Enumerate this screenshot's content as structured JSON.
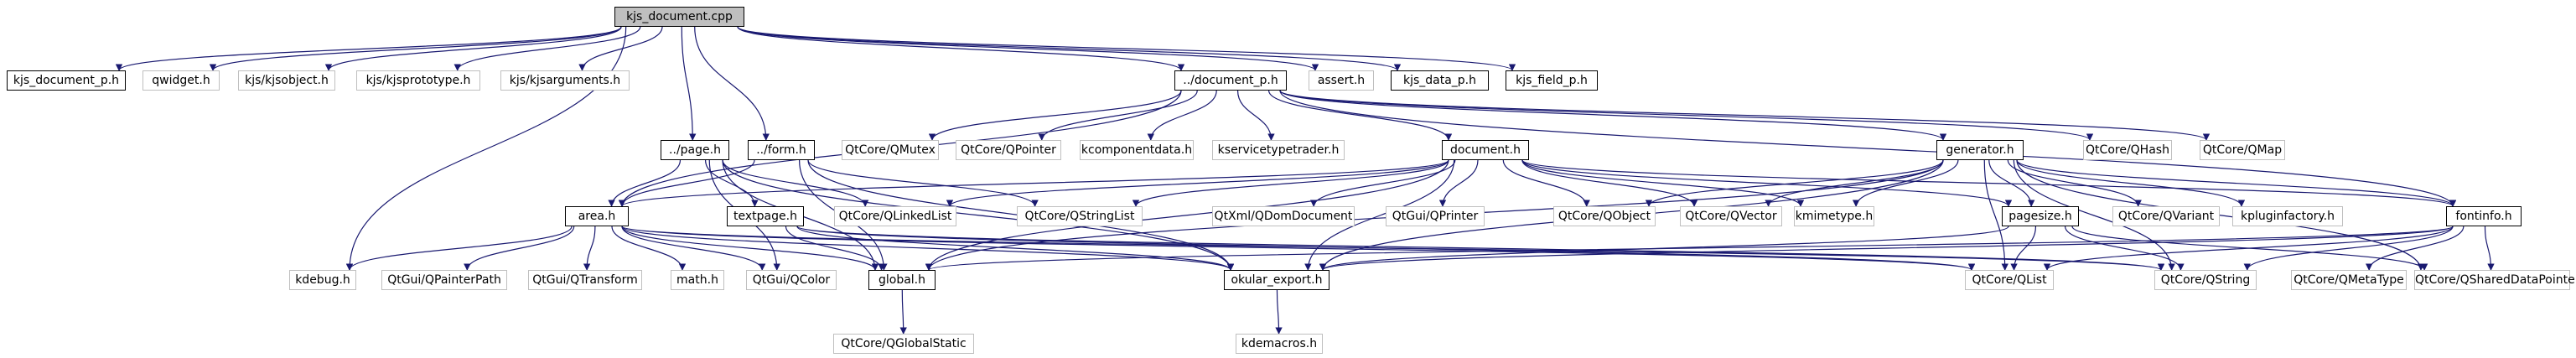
{
  "graph": {
    "nodes": [
      {
        "id": "kjs_document_cpp",
        "label": "kjs_document.cpp",
        "kind": "root"
      },
      {
        "id": "kjs_document_p_h",
        "label": "kjs_document_p.h",
        "kind": "linked"
      },
      {
        "id": "qwidget_h",
        "label": "qwidget.h",
        "kind": "ext"
      },
      {
        "id": "kjs_kjsobject_h",
        "label": "kjs/kjsobject.h",
        "kind": "ext"
      },
      {
        "id": "kjs_kjsprototype_h",
        "label": "kjs/kjsprototype.h",
        "kind": "ext"
      },
      {
        "id": "kjs_kjsarguments_h",
        "label": "kjs/kjsarguments.h",
        "kind": "ext"
      },
      {
        "id": "document_p_h",
        "label": "../document_p.h",
        "kind": "linked"
      },
      {
        "id": "assert_h",
        "label": "assert.h",
        "kind": "ext"
      },
      {
        "id": "kjs_data_p_h",
        "label": "kjs_data_p.h",
        "kind": "linked"
      },
      {
        "id": "kjs_field_p_h",
        "label": "kjs_field_p.h",
        "kind": "linked"
      },
      {
        "id": "page_h",
        "label": "../page.h",
        "kind": "linked"
      },
      {
        "id": "form_h",
        "label": "../form.h",
        "kind": "linked"
      },
      {
        "id": "qmutex",
        "label": "QtCore/QMutex",
        "kind": "ext"
      },
      {
        "id": "qpointer",
        "label": "QtCore/QPointer",
        "kind": "ext"
      },
      {
        "id": "kcomponentdata_h",
        "label": "kcomponentdata.h",
        "kind": "ext"
      },
      {
        "id": "kservicetypetrader_h",
        "label": "kservicetypetrader.h",
        "kind": "ext"
      },
      {
        "id": "document_h",
        "label": "document.h",
        "kind": "linked"
      },
      {
        "id": "generator_h",
        "label": "generator.h",
        "kind": "linked"
      },
      {
        "id": "qhash",
        "label": "QtCore/QHash",
        "kind": "ext"
      },
      {
        "id": "qmap",
        "label": "QtCore/QMap",
        "kind": "ext"
      },
      {
        "id": "area_h",
        "label": "area.h",
        "kind": "linked"
      },
      {
        "id": "textpage_h",
        "label": "textpage.h",
        "kind": "linked"
      },
      {
        "id": "qlinkedlist",
        "label": "QtCore/QLinkedList",
        "kind": "ext"
      },
      {
        "id": "qstringlist",
        "label": "QtCore/QStringList",
        "kind": "ext"
      },
      {
        "id": "qdomdocument",
        "label": "QtXml/QDomDocument",
        "kind": "ext"
      },
      {
        "id": "qprinter",
        "label": "QtGui/QPrinter",
        "kind": "ext"
      },
      {
        "id": "qobject",
        "label": "QtCore/QObject",
        "kind": "ext"
      },
      {
        "id": "qvector",
        "label": "QtCore/QVector",
        "kind": "ext"
      },
      {
        "id": "kmimetype_h",
        "label": "kmimetype.h",
        "kind": "ext"
      },
      {
        "id": "pagesize_h",
        "label": "pagesize.h",
        "kind": "linked"
      },
      {
        "id": "qvariant",
        "label": "QtCore/QVariant",
        "kind": "ext"
      },
      {
        "id": "kpluginfactory_h",
        "label": "kpluginfactory.h",
        "kind": "ext"
      },
      {
        "id": "fontinfo_h",
        "label": "fontinfo.h",
        "kind": "linked"
      },
      {
        "id": "kdebug_h",
        "label": "kdebug.h",
        "kind": "ext"
      },
      {
        "id": "qpainterpath",
        "label": "QtGui/QPainterPath",
        "kind": "ext"
      },
      {
        "id": "qtransform",
        "label": "QtGui/QTransform",
        "kind": "ext"
      },
      {
        "id": "math_h",
        "label": "math.h",
        "kind": "ext"
      },
      {
        "id": "qcolor",
        "label": "QtGui/QColor",
        "kind": "ext"
      },
      {
        "id": "global_h",
        "label": "global.h",
        "kind": "linked"
      },
      {
        "id": "okular_export_h",
        "label": "okular_export.h",
        "kind": "linked"
      },
      {
        "id": "qlist",
        "label": "QtCore/QList",
        "kind": "ext"
      },
      {
        "id": "qstring",
        "label": "QtCore/QString",
        "kind": "ext"
      },
      {
        "id": "qmetatype",
        "label": "QtCore/QMetaType",
        "kind": "ext"
      },
      {
        "id": "qshareddatapointer",
        "label": "QtCore/QSharedDataPointer",
        "kind": "ext"
      },
      {
        "id": "qglobalstatic",
        "label": "QtCore/QGlobalStatic",
        "kind": "ext"
      },
      {
        "id": "kdemacros_h",
        "label": "kdemacros.h",
        "kind": "ext"
      }
    ],
    "edges": [
      [
        "kjs_document_cpp",
        "kjs_document_p_h"
      ],
      [
        "kjs_document_cpp",
        "qwidget_h"
      ],
      [
        "kjs_document_cpp",
        "kjs_kjsobject_h"
      ],
      [
        "kjs_document_cpp",
        "kjs_kjsprototype_h"
      ],
      [
        "kjs_document_cpp",
        "kjs_kjsarguments_h"
      ],
      [
        "kjs_document_cpp",
        "document_p_h"
      ],
      [
        "kjs_document_cpp",
        "assert_h"
      ],
      [
        "kjs_document_cpp",
        "kjs_data_p_h"
      ],
      [
        "kjs_document_cpp",
        "kjs_field_p_h"
      ],
      [
        "kjs_document_cpp",
        "page_h"
      ],
      [
        "kjs_document_cpp",
        "form_h"
      ],
      [
        "kjs_document_cpp",
        "kdebug_h"
      ],
      [
        "document_p_h",
        "qmutex"
      ],
      [
        "document_p_h",
        "qpointer"
      ],
      [
        "document_p_h",
        "kcomponentdata_h"
      ],
      [
        "document_p_h",
        "kservicetypetrader_h"
      ],
      [
        "document_p_h",
        "document_h"
      ],
      [
        "document_p_h",
        "generator_h"
      ],
      [
        "document_p_h",
        "qhash"
      ],
      [
        "document_p_h",
        "qmap"
      ],
      [
        "document_p_h",
        "fontinfo_h"
      ],
      [
        "document_p_h",
        "area_h"
      ],
      [
        "page_h",
        "area_h"
      ],
      [
        "page_h",
        "textpage_h"
      ],
      [
        "page_h",
        "qlinkedlist"
      ],
      [
        "page_h",
        "global_h"
      ],
      [
        "page_h",
        "okular_export_h"
      ],
      [
        "page_h",
        "qcolor"
      ],
      [
        "form_h",
        "area_h"
      ],
      [
        "form_h",
        "qstringlist"
      ],
      [
        "form_h",
        "okular_export_h"
      ],
      [
        "form_h",
        "global_h"
      ],
      [
        "document_h",
        "area_h"
      ],
      [
        "document_h",
        "qlinkedlist"
      ],
      [
        "document_h",
        "qstringlist"
      ],
      [
        "document_h",
        "qdomdocument"
      ],
      [
        "document_h",
        "qprinter"
      ],
      [
        "document_h",
        "qobject"
      ],
      [
        "document_h",
        "qvector"
      ],
      [
        "document_h",
        "kmimetype_h"
      ],
      [
        "document_h",
        "pagesize_h"
      ],
      [
        "document_h",
        "fontinfo_h"
      ],
      [
        "document_h",
        "global_h"
      ],
      [
        "document_h",
        "okular_export_h"
      ],
      [
        "generator_h",
        "qobject"
      ],
      [
        "generator_h",
        "qvector"
      ],
      [
        "generator_h",
        "kmimetype_h"
      ],
      [
        "generator_h",
        "pagesize_h"
      ],
      [
        "generator_h",
        "qvariant"
      ],
      [
        "generator_h",
        "kpluginfactory_h"
      ],
      [
        "generator_h",
        "fontinfo_h"
      ],
      [
        "generator_h",
        "global_h"
      ],
      [
        "generator_h",
        "okular_export_h"
      ],
      [
        "generator_h",
        "qlist"
      ],
      [
        "generator_h",
        "qstring"
      ],
      [
        "generator_h",
        "qshareddatapointer"
      ],
      [
        "area_h",
        "kdebug_h"
      ],
      [
        "area_h",
        "qpainterpath"
      ],
      [
        "area_h",
        "qtransform"
      ],
      [
        "area_h",
        "math_h"
      ],
      [
        "area_h",
        "qcolor"
      ],
      [
        "area_h",
        "global_h"
      ],
      [
        "area_h",
        "okular_export_h"
      ],
      [
        "area_h",
        "qlist"
      ],
      [
        "area_h",
        "qstring"
      ],
      [
        "textpage_h",
        "global_h"
      ],
      [
        "textpage_h",
        "okular_export_h"
      ],
      [
        "textpage_h",
        "qlist"
      ],
      [
        "textpage_h",
        "qstring"
      ],
      [
        "pagesize_h",
        "qlist"
      ],
      [
        "pagesize_h",
        "qstring"
      ],
      [
        "pagesize_h",
        "okular_export_h"
      ],
      [
        "pagesize_h",
        "qshareddatapointer"
      ],
      [
        "fontinfo_h",
        "qlist"
      ],
      [
        "fontinfo_h",
        "qstring"
      ],
      [
        "fontinfo_h",
        "qmetatype"
      ],
      [
        "fontinfo_h",
        "qshareddatapointer"
      ],
      [
        "fontinfo_h",
        "okular_export_h"
      ],
      [
        "fontinfo_h",
        "global_h"
      ],
      [
        "global_h",
        "qglobalstatic"
      ],
      [
        "okular_export_h",
        "kdemacros_h"
      ]
    ]
  }
}
